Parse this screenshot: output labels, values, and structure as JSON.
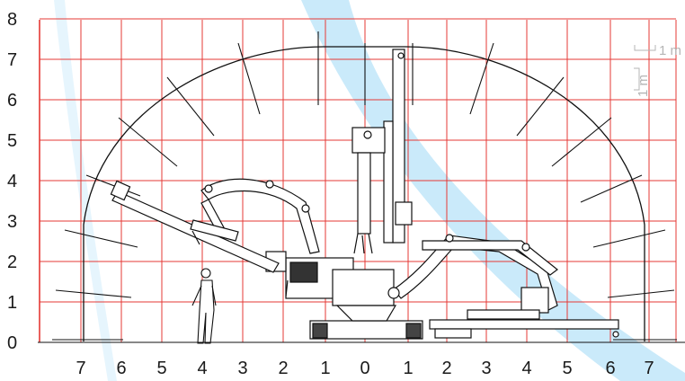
{
  "diagram": {
    "colors": {
      "grid": "#e53935",
      "outline": "#111111",
      "watermark": "#9ed8f5",
      "scale_marker": "#b5b5b5"
    },
    "y_axis_ticks": [
      "0",
      "1",
      "2",
      "3",
      "4",
      "5",
      "6",
      "7",
      "8"
    ],
    "x_axis_ticks": [
      "7",
      "6",
      "5",
      "4",
      "3",
      "2",
      "1",
      "0",
      "1",
      "2",
      "3",
      "4",
      "5",
      "6",
      "7"
    ],
    "scale_label_horizontal": "1 m",
    "scale_label_vertical": "1 m",
    "components": [
      "tunnel-profile-arc",
      "left-drill-boom",
      "center-vertical-feed",
      "right-drill-boom",
      "drill-rig-carrier",
      "human-figure",
      "radial-rock-bolts"
    ]
  }
}
